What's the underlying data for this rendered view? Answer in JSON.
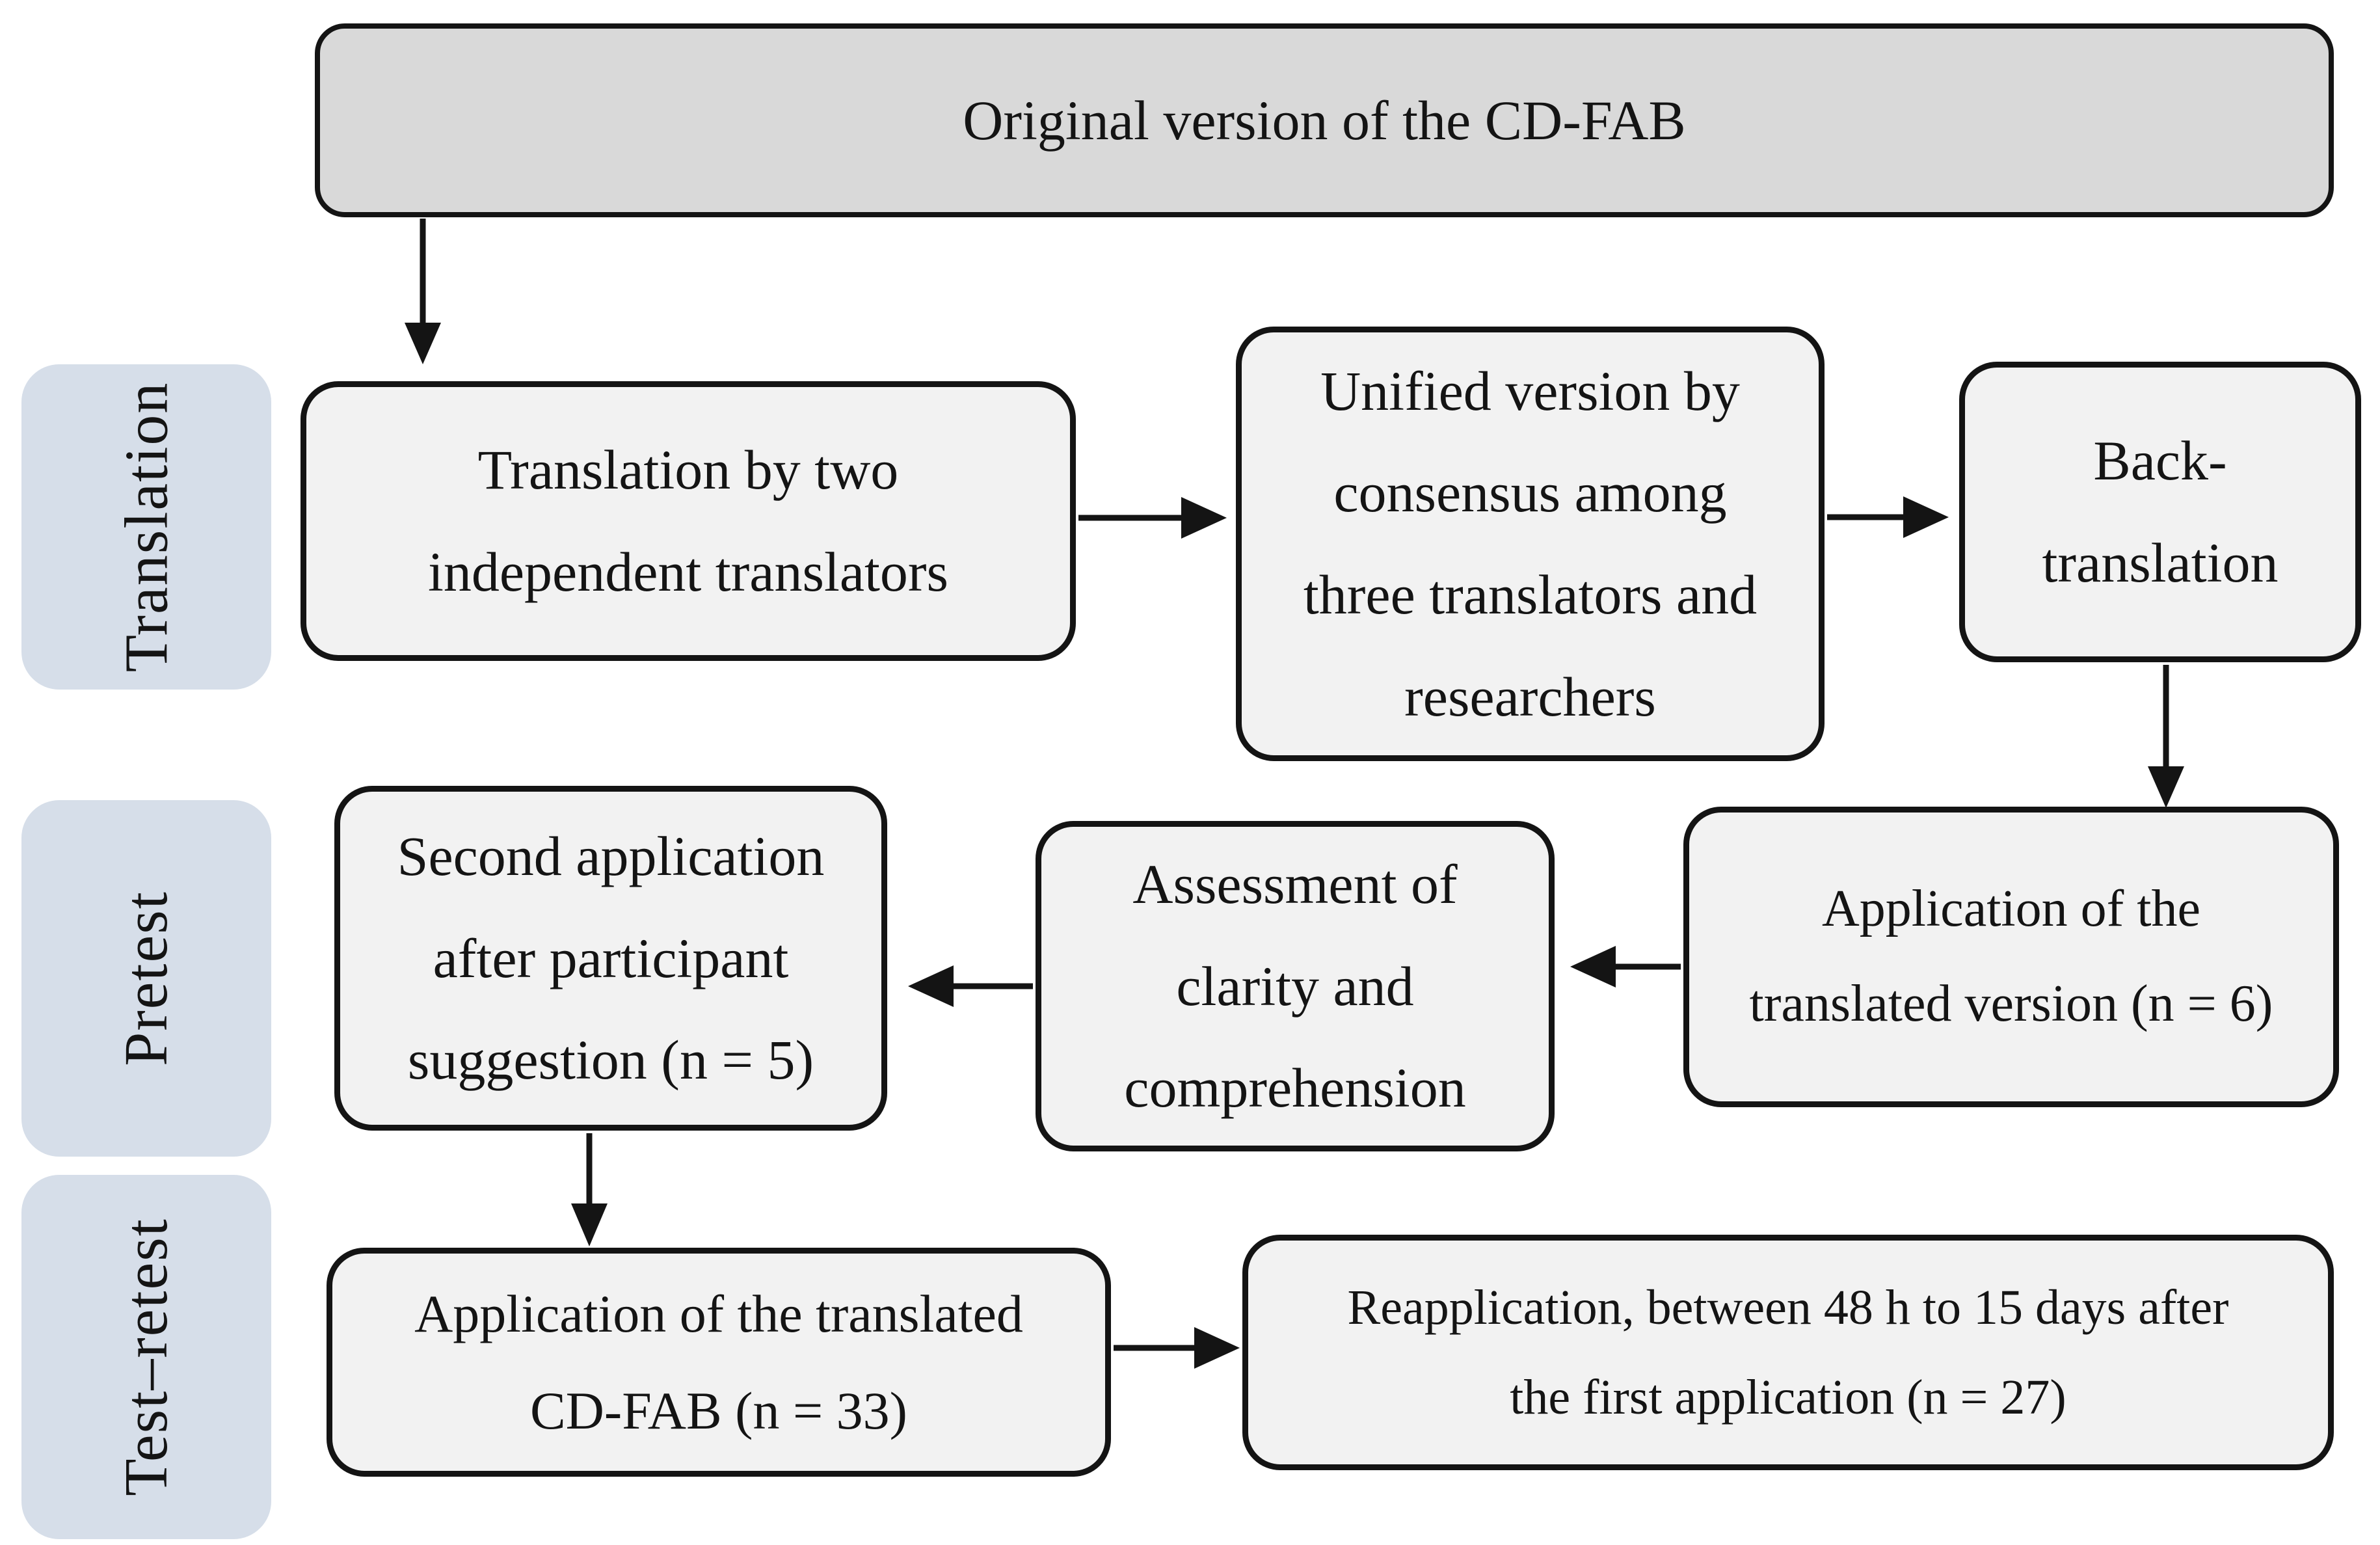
{
  "diagram": {
    "title_box": {
      "text": "Original version of the CD-FAB"
    },
    "stages": [
      {
        "label": "Translation"
      },
      {
        "label": "Pretest"
      },
      {
        "label": "Test–retest"
      }
    ],
    "boxes": {
      "translation_two": {
        "lines": [
          "Translation by two",
          "independent translators"
        ]
      },
      "unified_version": {
        "lines": [
          "Unified version by",
          "consensus among",
          "three translators and",
          "researchers"
        ]
      },
      "back_translation": {
        "lines": [
          "Back-",
          "translation"
        ]
      },
      "application_translated_version": {
        "lines": [
          "Application of the",
          "translated version (n = 6)"
        ]
      },
      "assessment_clarity": {
        "lines": [
          "Assessment of",
          "clarity and",
          "comprehension"
        ]
      },
      "second_application": {
        "lines": [
          "Second application",
          "after participant",
          "suggestion (n = 5)"
        ]
      },
      "application_translated_cdfab": {
        "lines": [
          "Application of the translated",
          "CD-FAB (n = 33)"
        ]
      },
      "reapplication": {
        "lines": [
          "Reapplication, between 48 h to 15 days after",
          "the first application (n = 27)"
        ]
      }
    },
    "colors": {
      "title_box_fill": "#d9d9d9",
      "process_box_fill": "#f2f2f2",
      "stage_label_fill": "#d6dee9",
      "border": "#141414",
      "text": "#141414",
      "background": "#ffffff"
    }
  }
}
